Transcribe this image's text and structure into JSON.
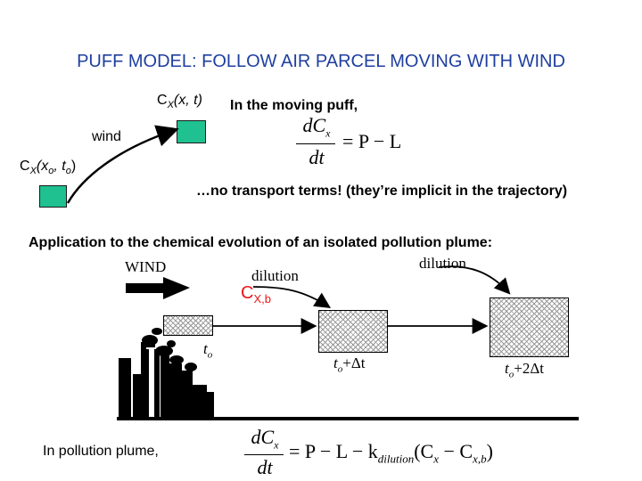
{
  "title": "PUFF MODEL: FOLLOW AIR PARCEL MOVING WITH WIND",
  "puff": {
    "cx_main": "C",
    "cx_sub": "X",
    "cx_args": "(x, t)",
    "moving_puff": "In the moving puff,",
    "wind": "wind",
    "cx0_args_a": "(x",
    "cx0_sub_o": "o",
    "cx0_args_b": ", t",
    "cx0_args_c": ")",
    "eq1_num": "dC",
    "eq1_num_sub": "x",
    "eq1_den": "dt",
    "eq1_rhs": "= P − L",
    "no_transport": "…no transport terms! (they’re implicit in the trajectory)"
  },
  "plume": {
    "application": "Application to the chemical evolution of an isolated pollution plume:",
    "wind_label": "WIND",
    "dilution1": "dilution",
    "dilution2": "dilution",
    "cxb_main": "C",
    "cxb_sub": "X,b",
    "cx_main": "C",
    "cx_sub": "X",
    "t0": "t",
    "t0_sub": "o",
    "t1": "t",
    "t1_sub": "o",
    "t1_plus": "+Δt",
    "t2": "t",
    "t2_sub": "o",
    "t2_plus": "+2Δt",
    "in_plume": "In pollution plume,",
    "eq2_num": "dC",
    "eq2_num_sub": "x",
    "eq2_den": "dt",
    "eq2_rhs_a": "= P − L − k",
    "eq2_k_sub": "dilution",
    "eq2_rhs_b": "(C",
    "eq2_rhs_b_sub": "x",
    "eq2_rhs_c": " − C",
    "eq2_rhs_c_sub": "x,b",
    "eq2_rhs_d": ")"
  },
  "colors": {
    "title": "#1f3f9f",
    "accent_red": "#e8171a",
    "puff_green": "#1fc190"
  }
}
